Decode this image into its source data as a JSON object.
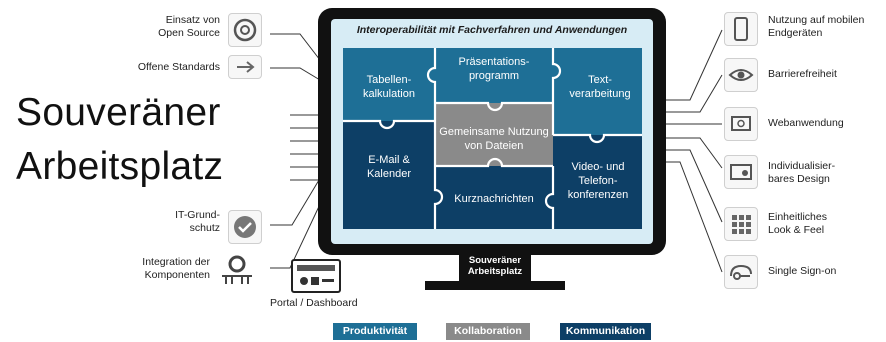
{
  "left_features": [
    {
      "label": "Einsatz von\nOpen Source",
      "icon": "open-source-icon"
    },
    {
      "label": "Offene Standards",
      "icon": "standards-icon"
    },
    {
      "label": "IT-Grund-\nschutz",
      "icon": "shield-check-icon"
    },
    {
      "label": "Integration der\nKomponenten",
      "icon": "integration-icon"
    }
  ],
  "right_features": [
    {
      "label": "Nutzung auf mobilen\nEndgeräten",
      "icon": "mobile-icon"
    },
    {
      "label": "Barrierefreiheit",
      "icon": "eye-icon"
    },
    {
      "label": "Webanwendung",
      "icon": "web-icon"
    },
    {
      "label": "Individualisier-\nbares Design",
      "icon": "design-icon"
    },
    {
      "label": "Einheitliches\nLook & Feel",
      "icon": "grid-icon"
    },
    {
      "label": "Single Sign-on",
      "icon": "key-icon"
    }
  ],
  "overlay_title": "Souveräner\nArbeitsplatz",
  "monitor": {
    "header": "Interoperabilität mit Fachverfahren und Anwendungen",
    "stand_label": "Souveräner\nArbeitsplatz",
    "pieces": {
      "tabellen": "Tabellen-\nkalkulation",
      "praesentation": "Präsentations-\nprogramm",
      "text": "Text-\nverarbeitung",
      "gemeinsam": "Gemeinsame Nutzung\nvon Dateien",
      "email": "E-Mail &\nKalender",
      "kurz": "Kurznachrichten",
      "video": "Video- und\nTelefon-\nkonferenzen"
    }
  },
  "portal_label": "Portal / Dashboard",
  "legend": [
    {
      "label": "Produktivität",
      "color": "#1e6f96"
    },
    {
      "label": "Kollaboration",
      "color": "#8a8a8a"
    },
    {
      "label": "Kommunikation",
      "color": "#0d3f66"
    }
  ],
  "colors": {
    "productivity": "#1e6f96",
    "collaboration": "#8a8a8a",
    "communication": "#0d3f66",
    "screen_bg": "#d7ecf5",
    "frame": "#111111"
  }
}
